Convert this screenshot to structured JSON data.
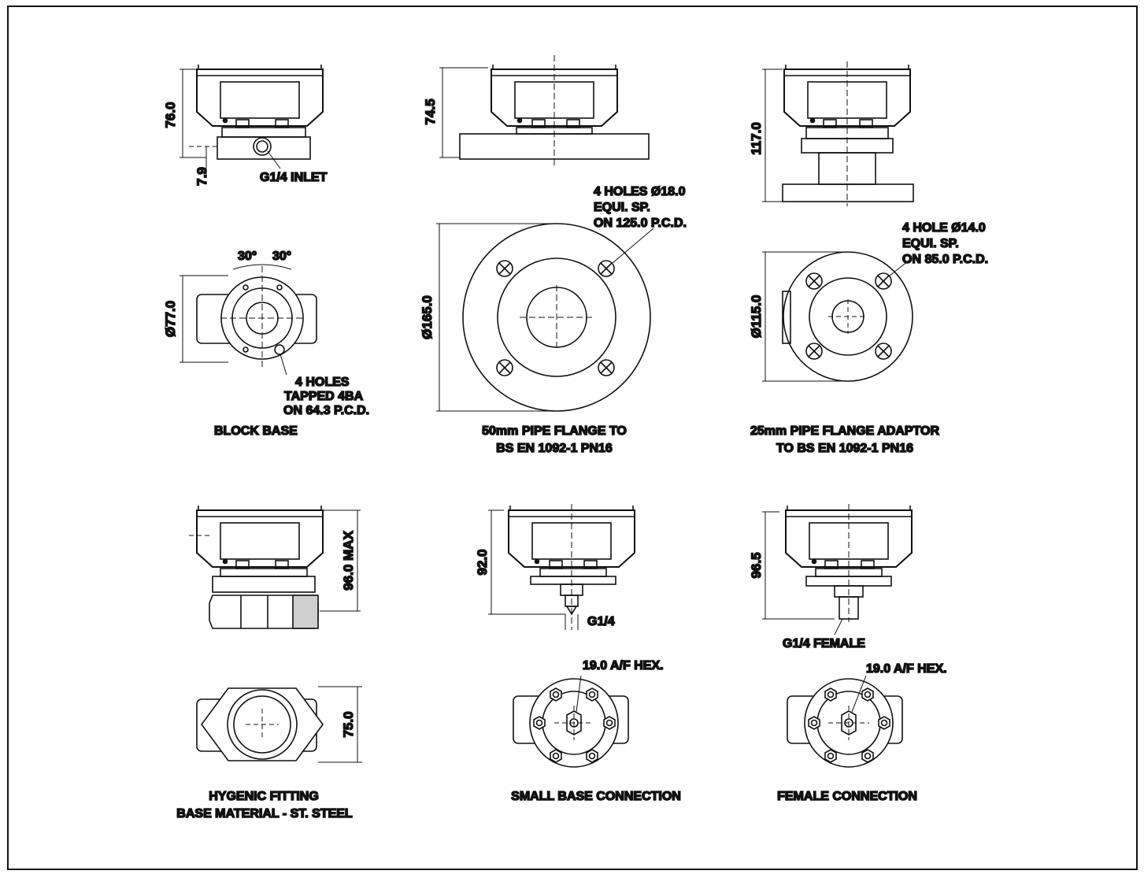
{
  "views": {
    "block_base": {
      "dim_height": "76.0",
      "dim_inlet_offset": "7.9",
      "inlet_label": "G1/4 INLET",
      "angle_left": "30°",
      "angle_right": "30°",
      "dim_diameter": "Ø77.0",
      "holes_note": [
        "4 HOLES",
        "TAPPED 4BA",
        "ON 64.3 P.C.D."
      ],
      "caption": [
        "BLOCK BASE"
      ]
    },
    "flange_50": {
      "dim_height": "74.5",
      "holes_note": [
        "4 HOLES Ø18.0",
        "EQUI. SP.",
        "ON 125.0 P.C.D."
      ],
      "dim_diameter": "Ø165.0",
      "caption": [
        "50mm PIPE FLANGE TO",
        "BS EN 1092-1 PN16"
      ]
    },
    "flange_25": {
      "dim_height": "117.0",
      "holes_note": [
        "4 HOLE Ø14.0",
        "EQUI. SP.",
        "ON 85.0 P.C.D."
      ],
      "dim_diameter": "Ø115.0",
      "caption": [
        "25mm PIPE FLANGE ADAPTOR",
        "TO BS EN 1092-1 PN16"
      ]
    },
    "hygenic": {
      "dim_height": "96.0 MAX",
      "dim_width": "75.0",
      "caption": [
        "HYGENIC FITTING",
        "BASE MATERIAL - ST. STEEL"
      ]
    },
    "small_base": {
      "dim_height": "92.0",
      "thread_label": "G1/4",
      "hex_label": "19.0 A/F HEX.",
      "caption": [
        "SMALL BASE CONNECTION"
      ]
    },
    "female": {
      "dim_height": "96.5",
      "thread_label": "G1/4 FEMALE",
      "hex_label": "19.0 A/F HEX.",
      "caption": [
        "FEMALE CONNECTION"
      ]
    }
  }
}
